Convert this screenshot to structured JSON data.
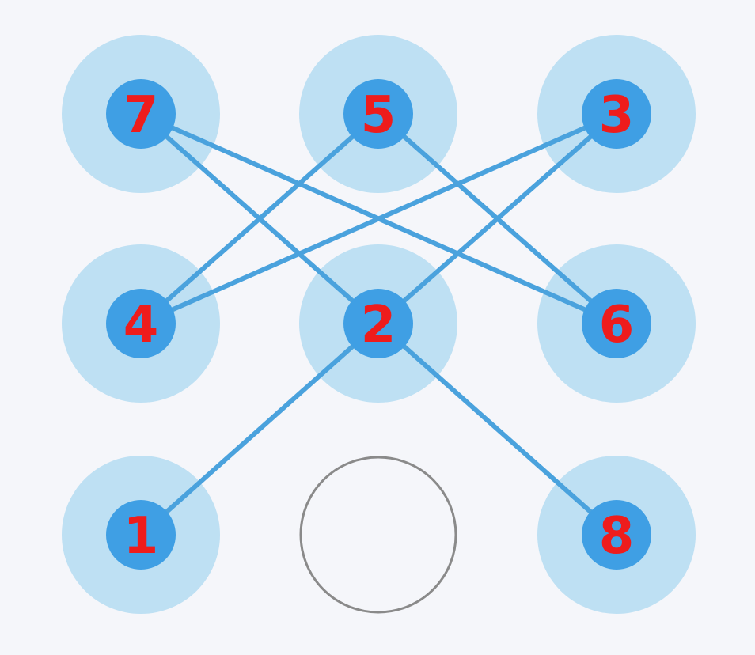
{
  "pattern_lock": {
    "colors": {
      "background": "#f5f6fa",
      "halo": "#bee0f3",
      "node_dot": "#3f9fe4",
      "path_line": "#4aa2dd",
      "label": "#ee1c1c",
      "empty_ring": "#8a8a8a"
    },
    "grid": [
      {
        "row": 0,
        "col": 0,
        "label": "7",
        "selected": true
      },
      {
        "row": 0,
        "col": 1,
        "label": "5",
        "selected": true
      },
      {
        "row": 0,
        "col": 2,
        "label": "3",
        "selected": true
      },
      {
        "row": 1,
        "col": 0,
        "label": "4",
        "selected": true
      },
      {
        "row": 1,
        "col": 1,
        "label": "2",
        "selected": true
      },
      {
        "row": 1,
        "col": 2,
        "label": "6",
        "selected": true
      },
      {
        "row": 2,
        "col": 0,
        "label": "1",
        "selected": true
      },
      {
        "row": 2,
        "col": 1,
        "label": "",
        "selected": false
      },
      {
        "row": 2,
        "col": 2,
        "label": "8",
        "selected": true
      }
    ],
    "sequence": [
      "1",
      "2",
      "3",
      "4",
      "5",
      "6",
      "7",
      "2",
      "8"
    ]
  }
}
